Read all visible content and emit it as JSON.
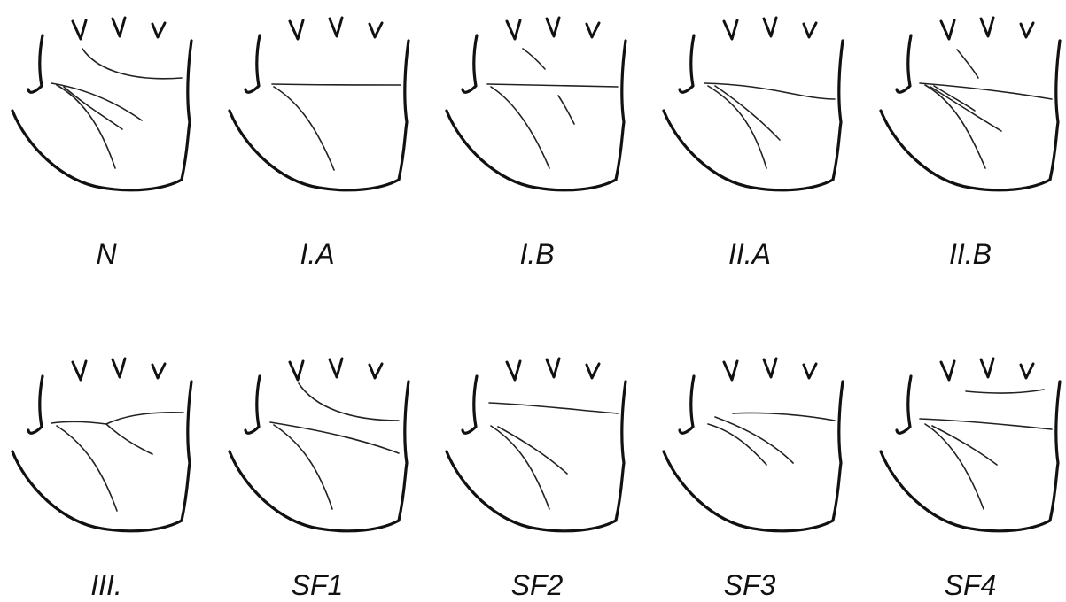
{
  "figure": {
    "panels": [
      {
        "label": "N",
        "pattern": "normal"
      },
      {
        "label": "I.A",
        "pattern": "I.A"
      },
      {
        "label": "I.B",
        "pattern": "I.B"
      },
      {
        "label": "II.A",
        "pattern": "II.A"
      },
      {
        "label": "II.B",
        "pattern": "II.B"
      },
      {
        "label": "III.",
        "pattern": "III"
      },
      {
        "label": "SF1",
        "pattern": "SF1"
      },
      {
        "label": "SF2",
        "pattern": "SF2"
      },
      {
        "label": "SF3",
        "pattern": "SF3"
      },
      {
        "label": "SF4",
        "pattern": "SF4"
      }
    ]
  }
}
